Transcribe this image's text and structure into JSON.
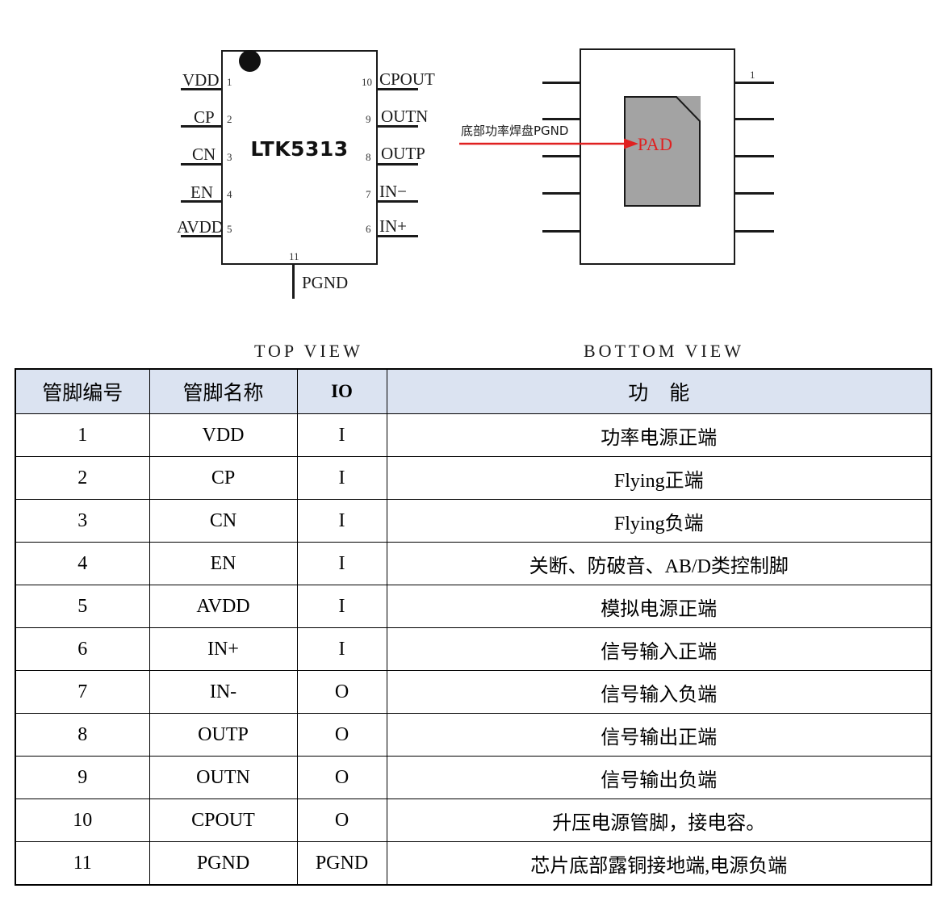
{
  "diagram": {
    "top_view": {
      "caption": "TOP  VIEW",
      "part_number": "LTK5313",
      "marker": "pin1-dot",
      "left_pins": [
        {
          "num": "1",
          "name": "VDD"
        },
        {
          "num": "2",
          "name": "CP"
        },
        {
          "num": "3",
          "name": "CN"
        },
        {
          "num": "4",
          "name": "EN"
        },
        {
          "num": "5",
          "name": "AVDD"
        }
      ],
      "right_pins": [
        {
          "num": "10",
          "name": "CPOUT"
        },
        {
          "num": "9",
          "name": "OUTN"
        },
        {
          "num": "8",
          "name": "OUTP"
        },
        {
          "num": "7",
          "name": "IN−"
        },
        {
          "num": "6",
          "name": "IN+"
        }
      ],
      "bottom_pin": {
        "num": "11",
        "name": "PGND"
      }
    },
    "bottom_view": {
      "caption": "BOTTOM  VIEW",
      "pad_label": "PAD",
      "pad_color": "#a3a3a3",
      "annotation": "底部功率焊盘PGND",
      "annotation_color": "#e02020",
      "corner_pin_number": "1"
    }
  },
  "table": {
    "header_bg": "#dbe3f1",
    "headers": {
      "number": "管脚编号",
      "name": "管脚名称",
      "io": "IO",
      "function_part1": "功",
      "function_part2": "能"
    },
    "rows": [
      {
        "num": "1",
        "name": "VDD",
        "io": "I",
        "func": "功率电源正端"
      },
      {
        "num": "2",
        "name": "CP",
        "io": "I",
        "func": "Flying正端"
      },
      {
        "num": "3",
        "name": "CN",
        "io": "I",
        "func": "Flying负端"
      },
      {
        "num": "4",
        "name": "EN",
        "io": "I",
        "func": "关断、防破音、AB/D类控制脚"
      },
      {
        "num": "5",
        "name": "AVDD",
        "io": "I",
        "func": "模拟电源正端"
      },
      {
        "num": "6",
        "name": "IN+",
        "io": "I",
        "func": "信号输入正端"
      },
      {
        "num": "7",
        "name": "IN-",
        "io": "O",
        "func": "信号输入负端"
      },
      {
        "num": "8",
        "name": "OUTP",
        "io": "O",
        "func": "信号输出正端"
      },
      {
        "num": "9",
        "name": "OUTN",
        "io": "O",
        "func": "信号输出负端"
      },
      {
        "num": "10",
        "name": "CPOUT",
        "io": "O",
        "func": "升压电源管脚，接电容。"
      },
      {
        "num": "11",
        "name": "PGND",
        "io": "PGND",
        "func": "芯片底部露铜接地端,电源负端"
      }
    ]
  }
}
